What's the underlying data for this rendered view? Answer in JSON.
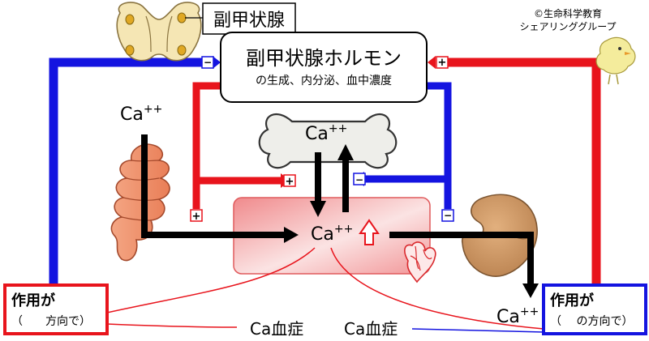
{
  "credit": {
    "line1": "©生命科学教育",
    "line2": "シェアリンググループ"
  },
  "gland": {
    "label": "副甲状腺"
  },
  "hormone": {
    "title": "副甲状腺ホルモン",
    "subtitle": "の生成、内分泌、血中濃度"
  },
  "calcium": {
    "intestine": "Ca",
    "bone": "Ca",
    "blood": "Ca",
    "kidney": "Ca",
    "charge": "++"
  },
  "left_box": {
    "title": "作用が",
    "direction": "（　　方向で）"
  },
  "right_box": {
    "title": "作用が",
    "direction": "（　 の方向で）"
  },
  "condition": {
    "left": "Ca血症",
    "right": "Ca血症"
  },
  "signs": {
    "plus": "+",
    "minus": "−"
  },
  "colors": {
    "red": "#e8141c",
    "blue": "#1414e0",
    "black": "#000000"
  }
}
